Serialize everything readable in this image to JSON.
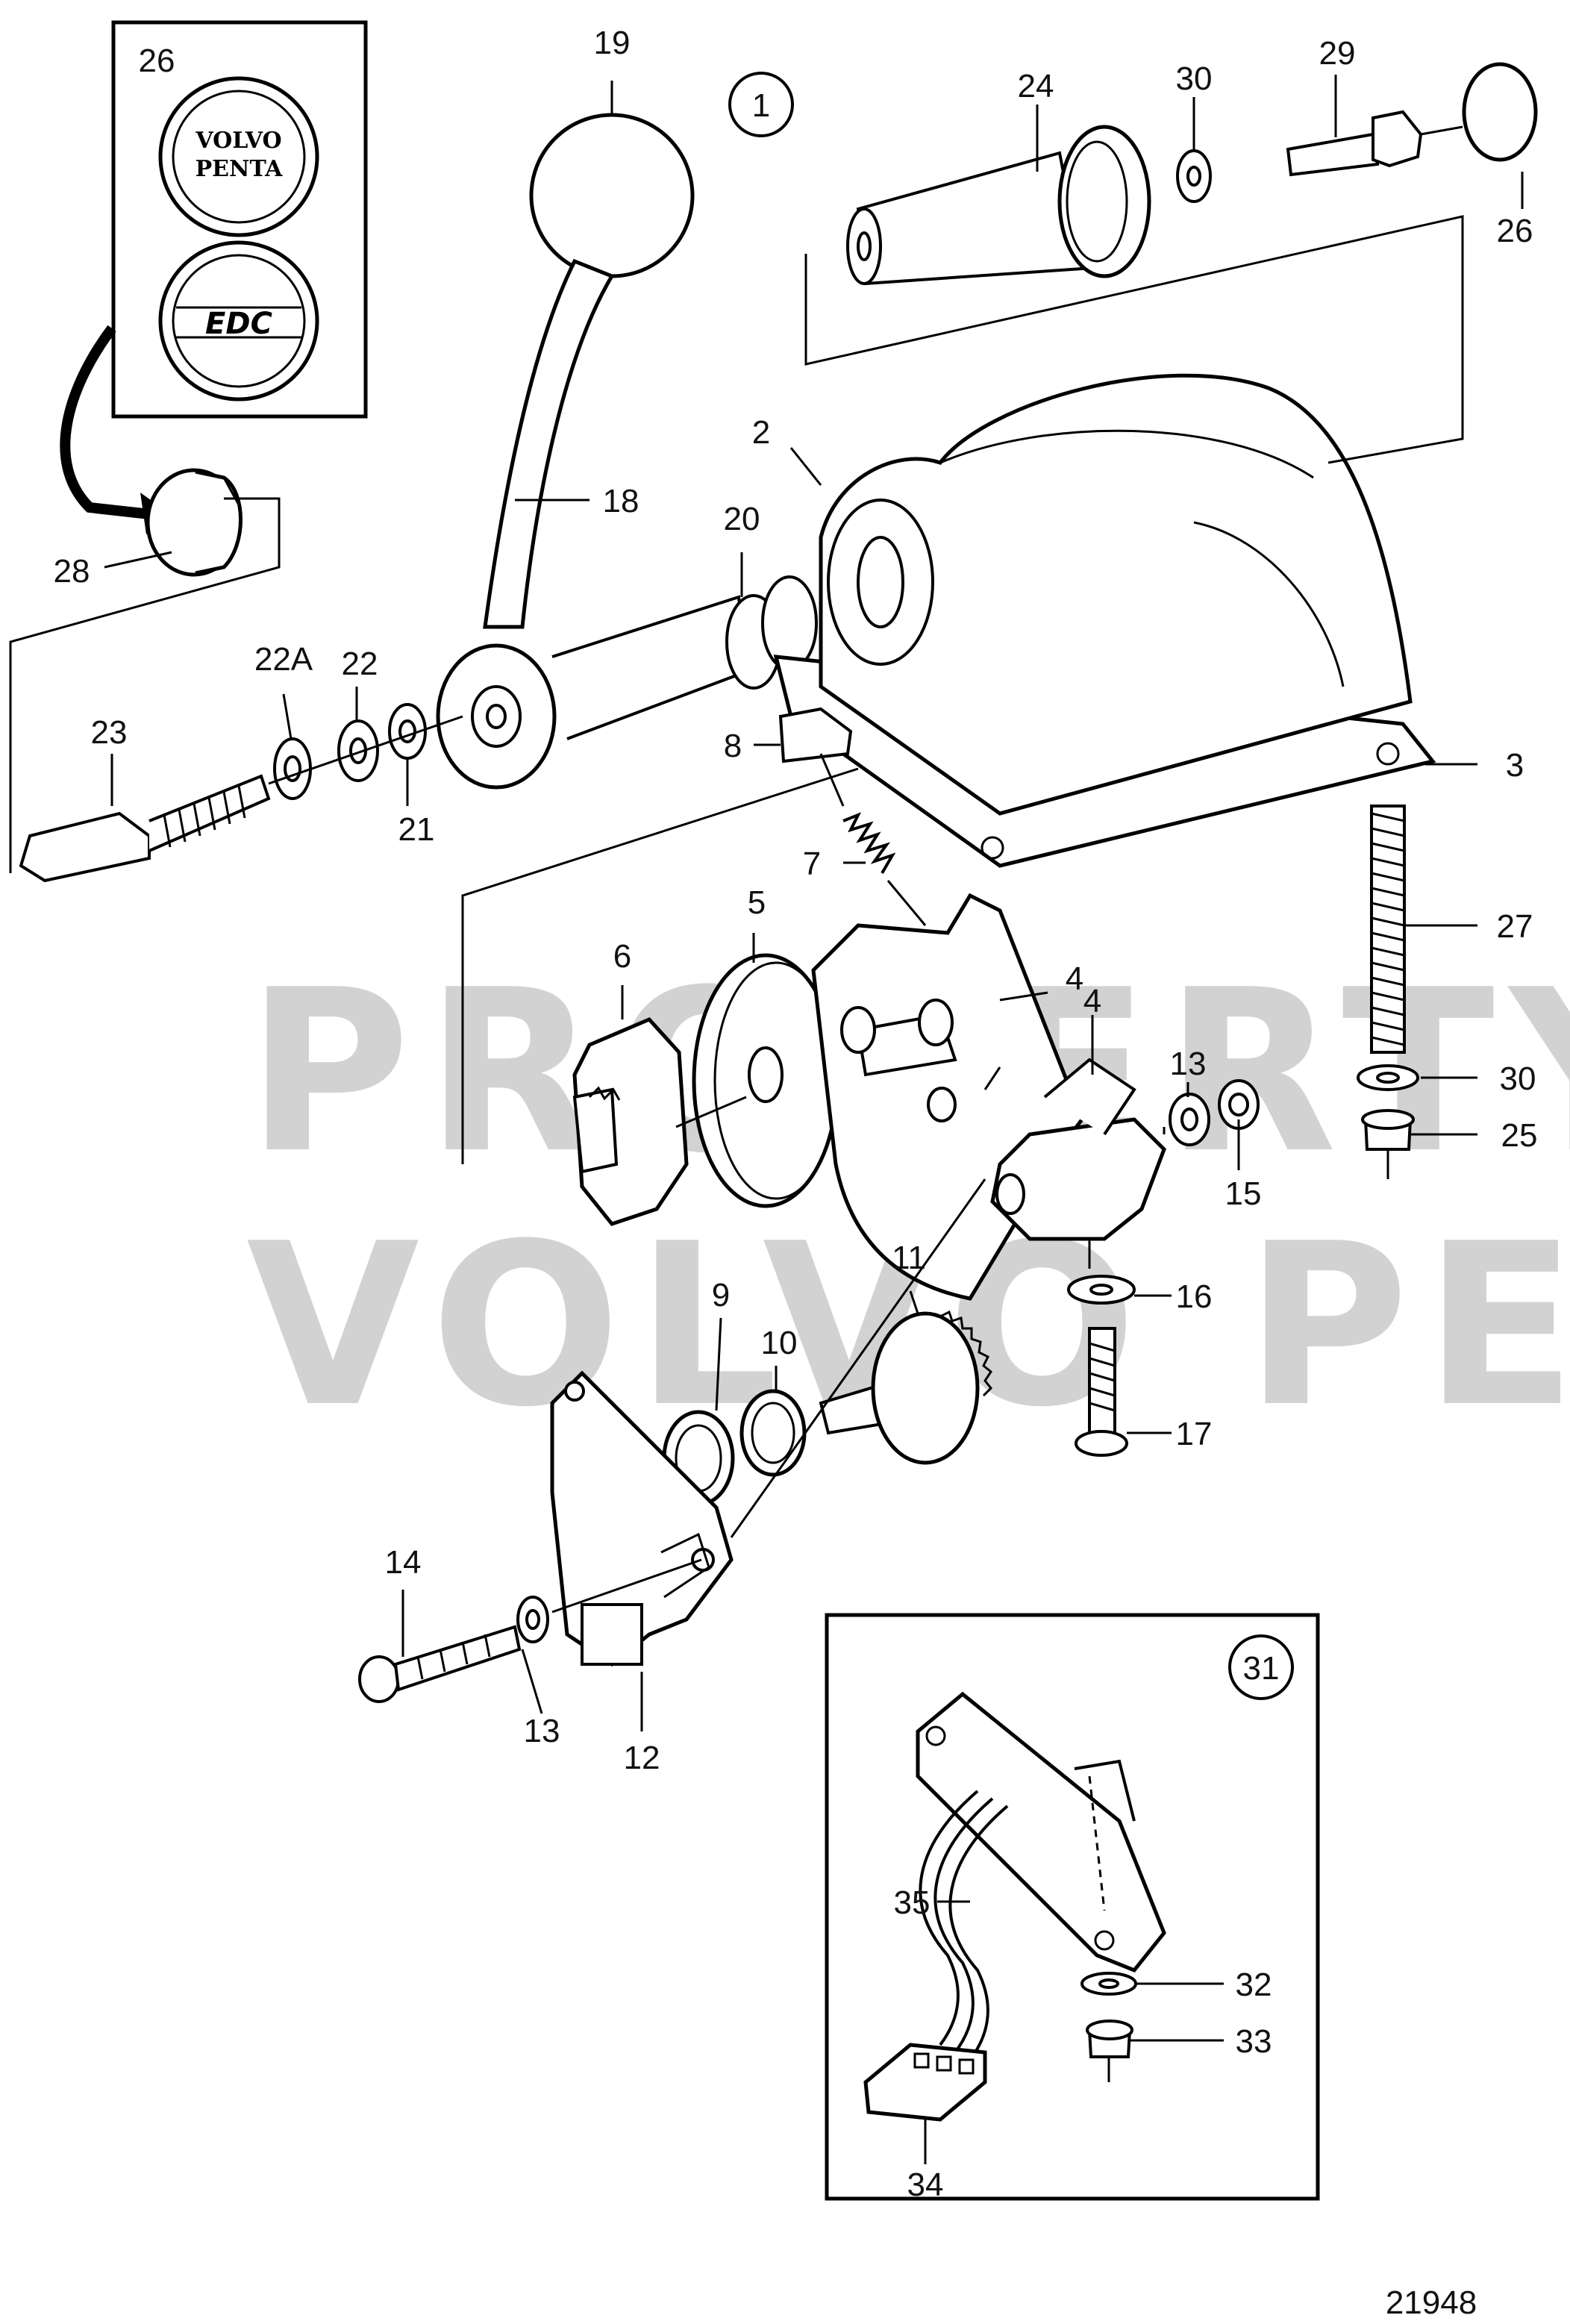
{
  "diagram": {
    "watermark_line1": "PROPERTY OF",
    "watermark_line2": "VOLVO PENTA",
    "figure_number": "21948",
    "inset_badge_top": {
      "brand_top": "VOLVO",
      "brand_bottom": "PENTA",
      "edc": "EDC"
    },
    "callouts": {
      "c1": "1",
      "c2": "2",
      "c3": "3",
      "c4": "4",
      "c4b": "4",
      "c5": "5",
      "c6": "6",
      "c7": "7",
      "c8": "8",
      "c9": "9",
      "c10": "10",
      "c11": "11",
      "c12": "12",
      "c13a": "13",
      "c13b": "13",
      "c14": "14",
      "c15": "15",
      "c16": "16",
      "c17": "17",
      "c18": "18",
      "c19": "19",
      "c20": "20",
      "c21": "21",
      "c22": "22",
      "c22a": "22A",
      "c23": "23",
      "c24": "24",
      "c25": "25",
      "c26a": "26",
      "c26b": "26",
      "c27": "27",
      "c28": "28",
      "c29": "29",
      "c30a": "30",
      "c30b": "30",
      "c31": "31",
      "c32": "32",
      "c33": "33",
      "c34": "34",
      "c35": "35"
    }
  }
}
